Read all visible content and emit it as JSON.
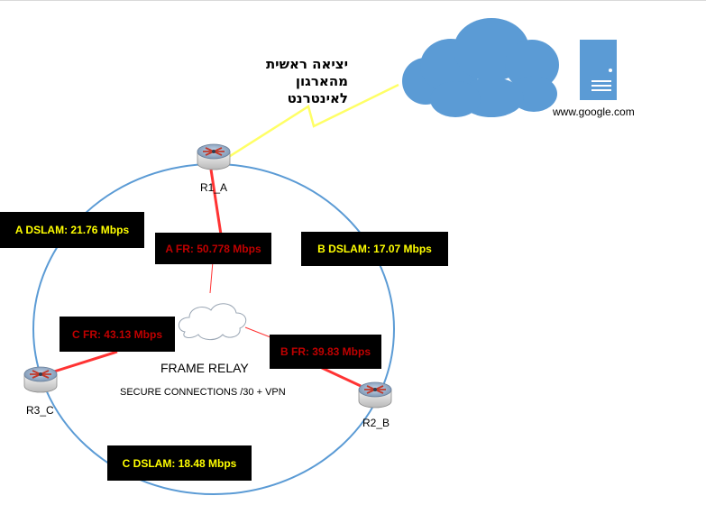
{
  "internet_link": {
    "label_lines": [
      "יציאה ראשית",
      "מהארגון",
      "לאינטרנט"
    ]
  },
  "server": {
    "label": "www.google.com",
    "icon": "server-icon"
  },
  "cloud": {
    "icon": "internet-cloud-icon",
    "color": "#5b9bd5"
  },
  "routers": [
    {
      "id": "r1",
      "label": "R1_A",
      "icon": "router-icon"
    },
    {
      "id": "r2",
      "label": "R2_B",
      "icon": "router-icon"
    },
    {
      "id": "r3",
      "label": "R3_C",
      "icon": "router-icon"
    }
  ],
  "frame_relay": {
    "title": "FRAME RELAY",
    "subtitle": "SECURE CONNECTIONS /30 + VPN",
    "icon": "frame-relay-cloud-icon"
  },
  "dslam_labels": {
    "a": "A DSLAM: 21.76 Mbps",
    "b": "B  DSLAM: 17.07 Mbps",
    "c": "C  DSLAM: 18.48 Mbps"
  },
  "fr_labels": {
    "a": "A FR: 50.778 Mbps",
    "b": "B FR: 39.83 Mbps",
    "c": "C FR: 43.13 Mbps"
  },
  "colors": {
    "ring": "#5b9bd5",
    "fr_link": "#ff3333",
    "internet_link": "#ffff66",
    "dslam_text": "#ffff00",
    "fr_text": "#c00000"
  }
}
